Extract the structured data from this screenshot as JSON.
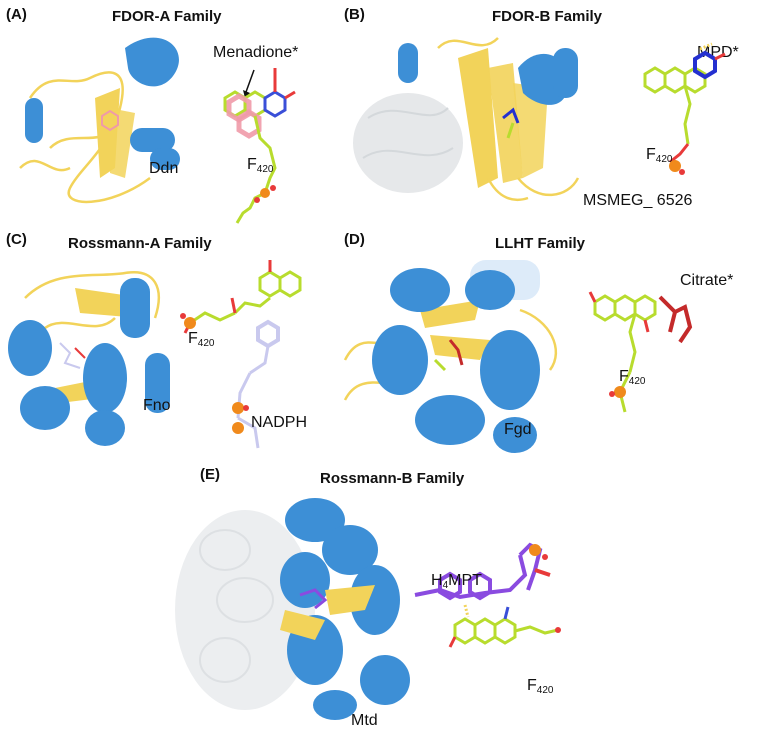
{
  "panels": [
    {
      "label": "(A)",
      "title": "FDOR-A Family",
      "protein": "Ddn",
      "ligand": "Menadione*",
      "cofactor_main": "F",
      "cofactor_sub": "420"
    },
    {
      "label": "(B)",
      "title": "FDOR-B Family",
      "protein": "MSMEG_ 6526",
      "ligand": "MPD*",
      "cofactor_main": "F",
      "cofactor_sub": "420"
    },
    {
      "label": "(C)",
      "title": "Rossmann-A Family",
      "protein": "Fno",
      "ligand": "NADPH",
      "cofactor_main": "F",
      "cofactor_sub": "420"
    },
    {
      "label": "(D)",
      "title": "LLHT Family",
      "protein": "Fgd",
      "ligand": "Citrate*",
      "cofactor_main": "F",
      "cofactor_sub": "420"
    },
    {
      "label": "(E)",
      "title": "Rossmann-B Family",
      "protein": "Mtd",
      "ligand_main": "H",
      "ligand_sub": "4",
      "ligand_rest": "MPT",
      "cofactor_main": "F",
      "cofactor_sub": "420"
    }
  ],
  "colors": {
    "helix": "#3d8fd6",
    "strand": "#f2d35a",
    "carbon": "#b8dc2e",
    "oxygen": "#e83a3a",
    "nitrogen": "#3a4fd8",
    "phosphorus": "#f08a1c",
    "menadione": "#ef9aa8",
    "mpd": "#2430d0",
    "nadph": "#c9c9ee",
    "citrate": "#c42a2a",
    "h4mpt": "#8a4be0",
    "ghost": "#e6e8ea"
  }
}
